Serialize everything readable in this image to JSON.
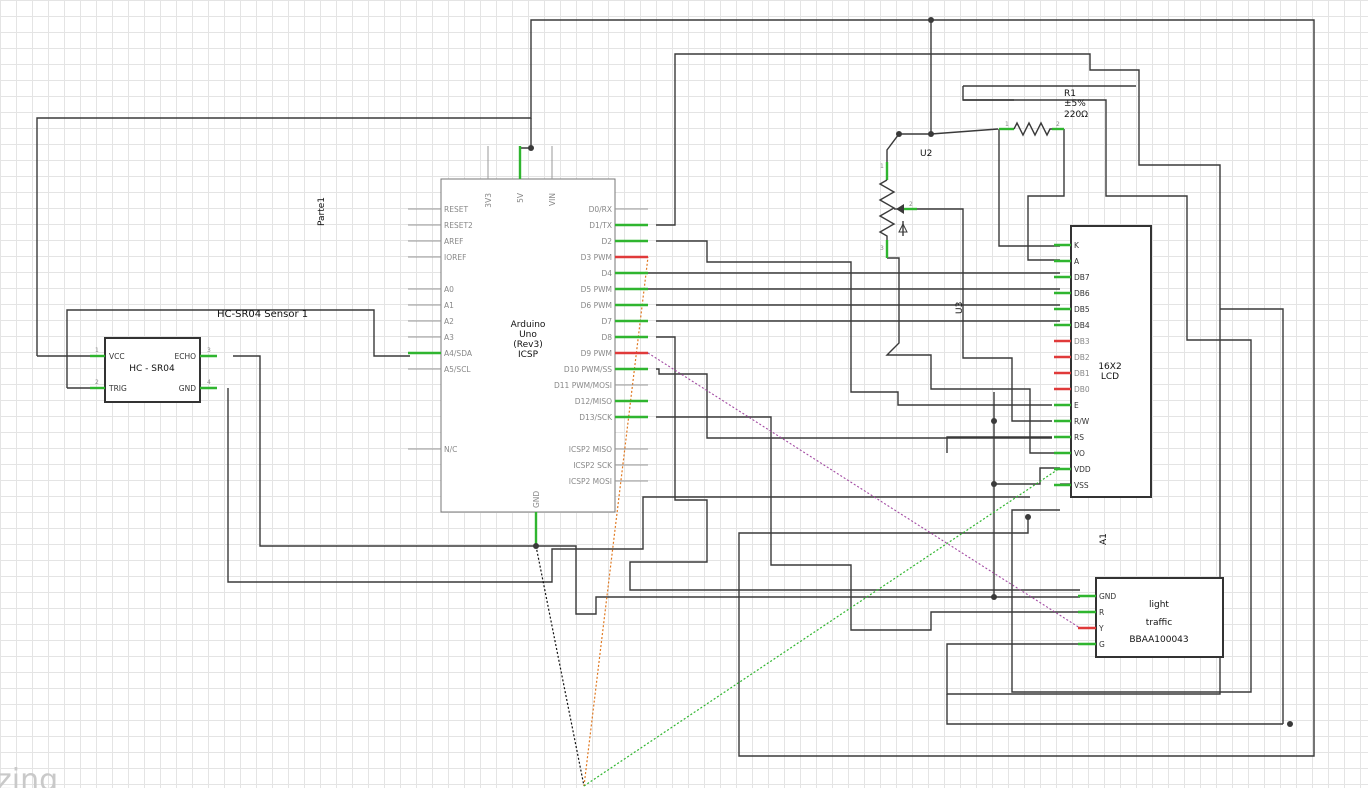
{
  "watermark": "zing",
  "arduino": {
    "name_lines": [
      "Arduino",
      "Uno",
      "(Rev3)",
      "ICSP"
    ],
    "label": "Parte1",
    "top_pins": [
      "3V3",
      "5V",
      "VIN"
    ],
    "left_pins": [
      "RESET",
      "RESET2",
      "AREF",
      "IOREF",
      "A0",
      "A1",
      "A2",
      "A3",
      "A4/SDA",
      "A5/SCL",
      "N/C"
    ],
    "right_pins": [
      "D0/RX",
      "D1/TX",
      "D2",
      "D3 PWM",
      "D4",
      "D5 PWM",
      "D6 PWM",
      "D7",
      "D8",
      "D9 PWM",
      "D10 PWM/SS",
      "D11 PWM/MOSI",
      "D12/MISO",
      "D13/SCK",
      "ICSP2 MISO",
      "ICSP2 SCK",
      "ICSP2 MOSI"
    ],
    "bottom_pin": "GND"
  },
  "sensor": {
    "label": "HC-SR04 Sensor 1",
    "name": "HC - SR04",
    "left_pins": [
      "VCC",
      "TRIG"
    ],
    "right_pins": [
      "ECHO",
      "GND"
    ],
    "pin_numbers": [
      "1",
      "2",
      "3",
      "4"
    ]
  },
  "lcd": {
    "name_lines": [
      "16X2",
      "LCD"
    ],
    "label": "U3",
    "pins": [
      "K",
      "A",
      "DB7",
      "DB6",
      "DB5",
      "DB4",
      "DB3",
      "DB2",
      "DB1",
      "DB0",
      "E",
      "R/W",
      "RS",
      "VO",
      "VDD",
      "VSS"
    ]
  },
  "potentiometer": {
    "label": "U2"
  },
  "resistor": {
    "name": "R1",
    "tolerance": "±5%",
    "value": "220Ω"
  },
  "traffic_light": {
    "label": "A1",
    "name_lines": [
      "light",
      "traffic",
      "BBAA100043"
    ],
    "pins": [
      "GND",
      "R",
      "Y",
      "G"
    ]
  }
}
